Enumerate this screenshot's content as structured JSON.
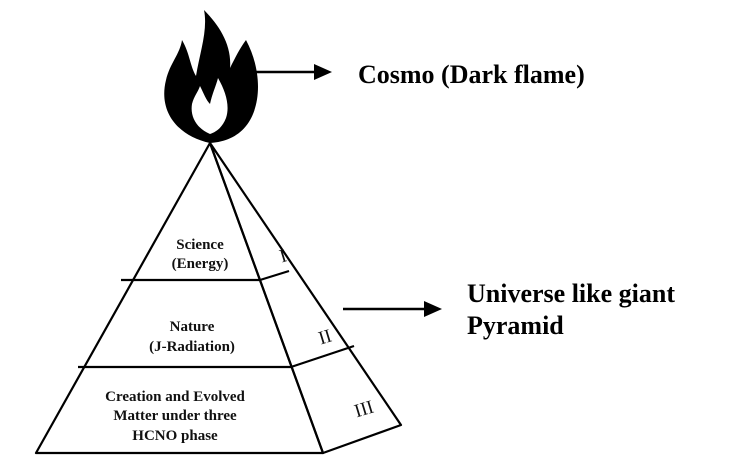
{
  "flame": {
    "icon": "flame-icon",
    "label": "Cosmo (Dark flame)"
  },
  "pyramid": {
    "label_lines": [
      "Universe like giant",
      "Pyramid"
    ],
    "levels": [
      {
        "numeral": "I",
        "lines": [
          "Science",
          "(Energy)"
        ]
      },
      {
        "numeral": "II",
        "lines": [
          "Nature",
          "(J-Radiation)"
        ]
      },
      {
        "numeral": "III",
        "lines": [
          "Creation and Evolved",
          "Matter under three",
          "HCNO phase"
        ]
      }
    ]
  },
  "colors": {
    "stroke": "#000000",
    "background": "#ffffff",
    "flame": "#000000"
  }
}
